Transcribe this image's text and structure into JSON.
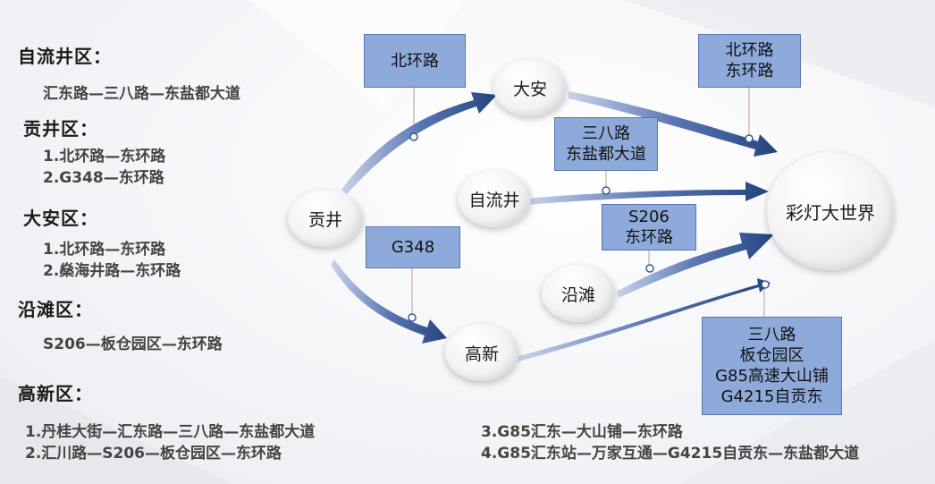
{
  "left_panel": {
    "districts": [
      {
        "name": "自流井区：",
        "routes": [
          "汇东路—三八路—东盐都大道"
        ]
      },
      {
        "name": "贡井区：",
        "routes": [
          "1.北环路—东环路",
          "2.G348—东环路"
        ]
      },
      {
        "name": "大安区：",
        "routes": [
          "1.北环路—东环路",
          "2.燊海井路—东环路"
        ]
      },
      {
        "name": "沿滩区：",
        "routes": [
          "S206—板仓园区—东环路"
        ]
      },
      {
        "name": "高新区：",
        "routes": [
          "1.丹桂大街—汇东路—三八路—东盐都大道",
          "2.汇川路—S206—板仓园区—东环路",
          "3.G85汇东—大山铺—东环路",
          "4.G85汇东站—万家互通—G4215自贡东—东盐都大道"
        ]
      }
    ]
  },
  "diagram": {
    "nodes": {
      "gongjing": "贡井",
      "daan": "大安",
      "ziliujing": "自流井",
      "yantan": "沿滩",
      "gaoxin": "高新",
      "destination": "彩灯大世界"
    },
    "labels": {
      "beihuanlu": [
        "北环路"
      ],
      "beihuan_donghuan": [
        "北环路",
        "东环路"
      ],
      "sanba_dongyandu": [
        "三八路",
        "东盐都大道"
      ],
      "s206_donghuan": [
        "S206",
        "东环路"
      ],
      "g348": [
        "G348"
      ],
      "gaoxin_routes": [
        "三八路",
        "板仓园区",
        "G85高速大山铺",
        "G4215自贡东"
      ]
    },
    "colors": {
      "arrow": "#2e4f8f",
      "label_fill": "#8eaadb",
      "label_border": "#5a77b3"
    }
  }
}
